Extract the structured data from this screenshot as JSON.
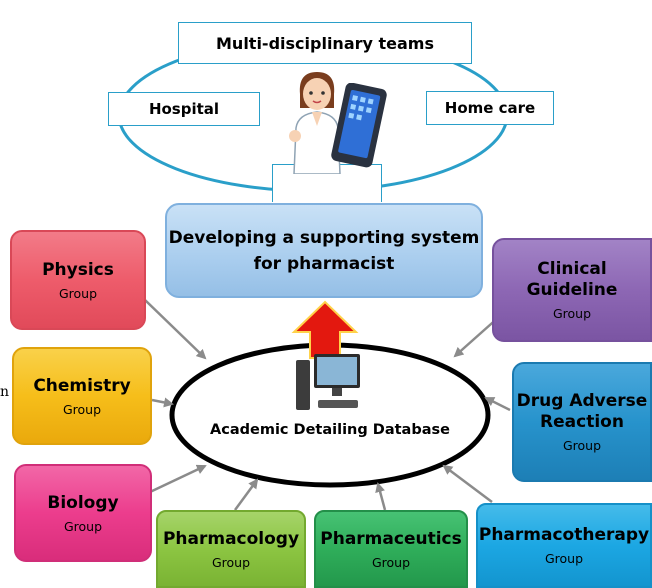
{
  "top": {
    "teams_label": "Multi-disciplinary teams",
    "hospital_label": "Hospital",
    "homecare_label": "Home care"
  },
  "system_box": {
    "line1": "Developing a supporting system",
    "line2": "for pharmacist"
  },
  "database": {
    "label": "Academic Detailing Database"
  },
  "stray_char": "n",
  "groups": {
    "physics": {
      "name": "Physics",
      "sub": "Group"
    },
    "chemistry": {
      "name": "Chemistry",
      "sub": "Group"
    },
    "biology": {
      "name": "Biology",
      "sub": "Group"
    },
    "pharmacology": {
      "name": "Pharmacology",
      "sub": "Group"
    },
    "pharmaceutics": {
      "name": "Pharmaceutics",
      "sub": "Group"
    },
    "pharmacotherapy": {
      "name": "Pharmacotherapy",
      "sub": "Group"
    },
    "clinical": {
      "name1": "Clinical",
      "name2": "Guideline",
      "sub": "Group"
    },
    "drug": {
      "name1": "Drug Adverse",
      "name2": "Reaction",
      "sub": "Group"
    }
  },
  "colors": {
    "physics": "#ee5c6b",
    "chemistry": "#f6be1a",
    "biology": "#ec3d8d",
    "pharmacology": "#8cc542",
    "pharmaceutics": "#2fae5a",
    "pharmacotherapy": "#1ca7e3",
    "clinical": "#8d67b4",
    "drug": "#2793cc",
    "system_box": "#a9cdee",
    "arrow_up": "#e3180f",
    "ellipse_top": "#2a9fc9"
  },
  "icons": [
    "pharmacist-woman-icon",
    "tablet-device-icon",
    "desktop-computer-icon",
    "red-up-arrow"
  ]
}
